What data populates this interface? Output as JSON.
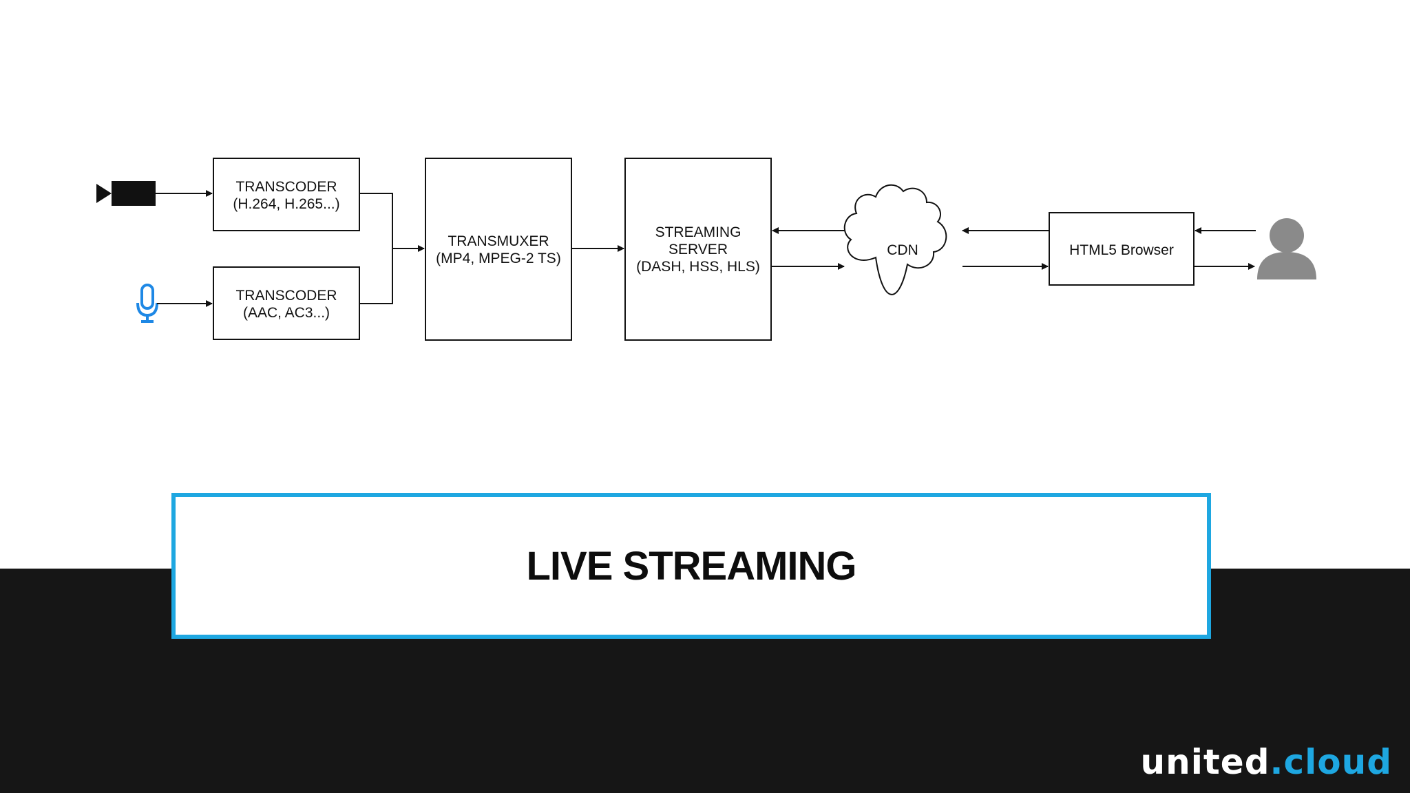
{
  "diagram": {
    "nodes": {
      "transcoder_video": {
        "line1": "TRANSCODER",
        "line2": "(H.264, H.265...)"
      },
      "transcoder_audio": {
        "line1": "TRANSCODER",
        "line2": "(AAC, AC3...)"
      },
      "transmuxer": {
        "line1": "TRANSMUXER",
        "line2": "(MP4, MPEG-2 TS)"
      },
      "streaming_server": {
        "line1": "STREAMING",
        "line2": "SERVER",
        "line3": "(DASH, HSS, HLS)"
      },
      "cdn": {
        "label": "CDN"
      },
      "browser": {
        "label": "HTML5 Browser"
      }
    },
    "icons": {
      "camera": "video-camera-icon",
      "microphone": "microphone-icon",
      "user": "user-icon"
    },
    "icon_colors": {
      "microphone": "#1e88e5",
      "user": "#8a8a8a"
    }
  },
  "title": {
    "text": "LIVE STREAMING",
    "border_color": "#1ea7e1"
  },
  "logo": {
    "part1": "united",
    "part2": ".cloud"
  },
  "colors": {
    "band": "#161616",
    "accent": "#1ea7e1"
  }
}
